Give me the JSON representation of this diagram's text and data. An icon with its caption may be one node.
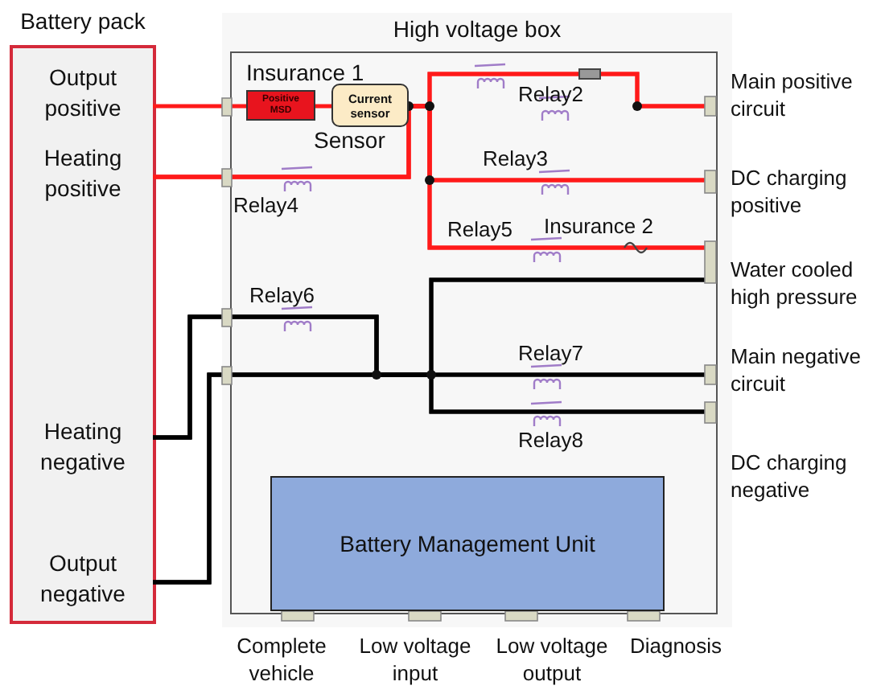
{
  "diagram": {
    "nodes": [
      {
        "text": [
          "Battery pack"
        ]
      },
      {
        "text": [
          "Output positive"
        ],
        "in": 0
      },
      {
        "text": [
          "Heating positive"
        ],
        "in": 0
      },
      {
        "text": [
          "Heating negative"
        ],
        "in": 0
      },
      {
        "text": [
          "Output negative"
        ],
        "in": 0
      },
      {
        "text": [
          "High voltage box"
        ]
      },
      {
        "text": [
          "Positive MSD"
        ],
        "in": 5,
        "beside": [
          "Insurance 1"
        ]
      },
      {
        "text": [
          "Current sensor"
        ],
        "in": 5,
        "beside": [
          "Sensor"
        ]
      },
      {
        "text": [
          "Battery Management Unit"
        ],
        "in": 5
      },
      {
        "text": [
          "Main positive circuit"
        ]
      },
      {
        "text": [
          "DC charging positive"
        ]
      },
      {
        "text": [
          "Water cooled high pressure"
        ]
      },
      {
        "text": [
          "Main negative circuit"
        ]
      },
      {
        "text": [
          "DC charging negative"
        ]
      }
    ],
    "edges": [
      {
        "from": 1,
        "to": 6,
        "arrow": "none"
      },
      {
        "from": 6,
        "to": 7,
        "arrow": "none"
      },
      {
        "from": 7,
        "to": 9,
        "arrow": "none"
      },
      {
        "from": 7,
        "to": 10,
        "arrow": "none"
      },
      {
        "from": 7,
        "to": 11,
        "arrow": "none"
      },
      {
        "from": 2,
        "to": 9,
        "arrow": "none"
      },
      {
        "from": 2,
        "to": 10,
        "arrow": "none"
      },
      {
        "from": 2,
        "to": 11,
        "arrow": "none"
      },
      {
        "from": 3,
        "to": 11,
        "arrow": "none",
        "color": "#000000"
      },
      {
        "from": 3,
        "to": 12,
        "arrow": "none",
        "color": "#000000"
      },
      {
        "from": 3,
        "to": 13,
        "arrow": "none",
        "color": "#000000"
      },
      {
        "from": 4,
        "to": 11,
        "arrow": "none",
        "color": "#000000"
      },
      {
        "from": 4,
        "to": 12,
        "arrow": "none",
        "color": "#000000"
      },
      {
        "from": 4,
        "to": 13,
        "arrow": "none",
        "color": "#000000"
      }
    ],
    "labels": [
      "Relay2",
      "Relay3",
      "Relay4",
      "Relay5",
      "Insurance 2",
      "Relay6",
      "Relay7",
      "Relay8",
      "Complete vehicle",
      "Low voltage input",
      "Low voltage output",
      "Diagnosis"
    ]
  }
}
